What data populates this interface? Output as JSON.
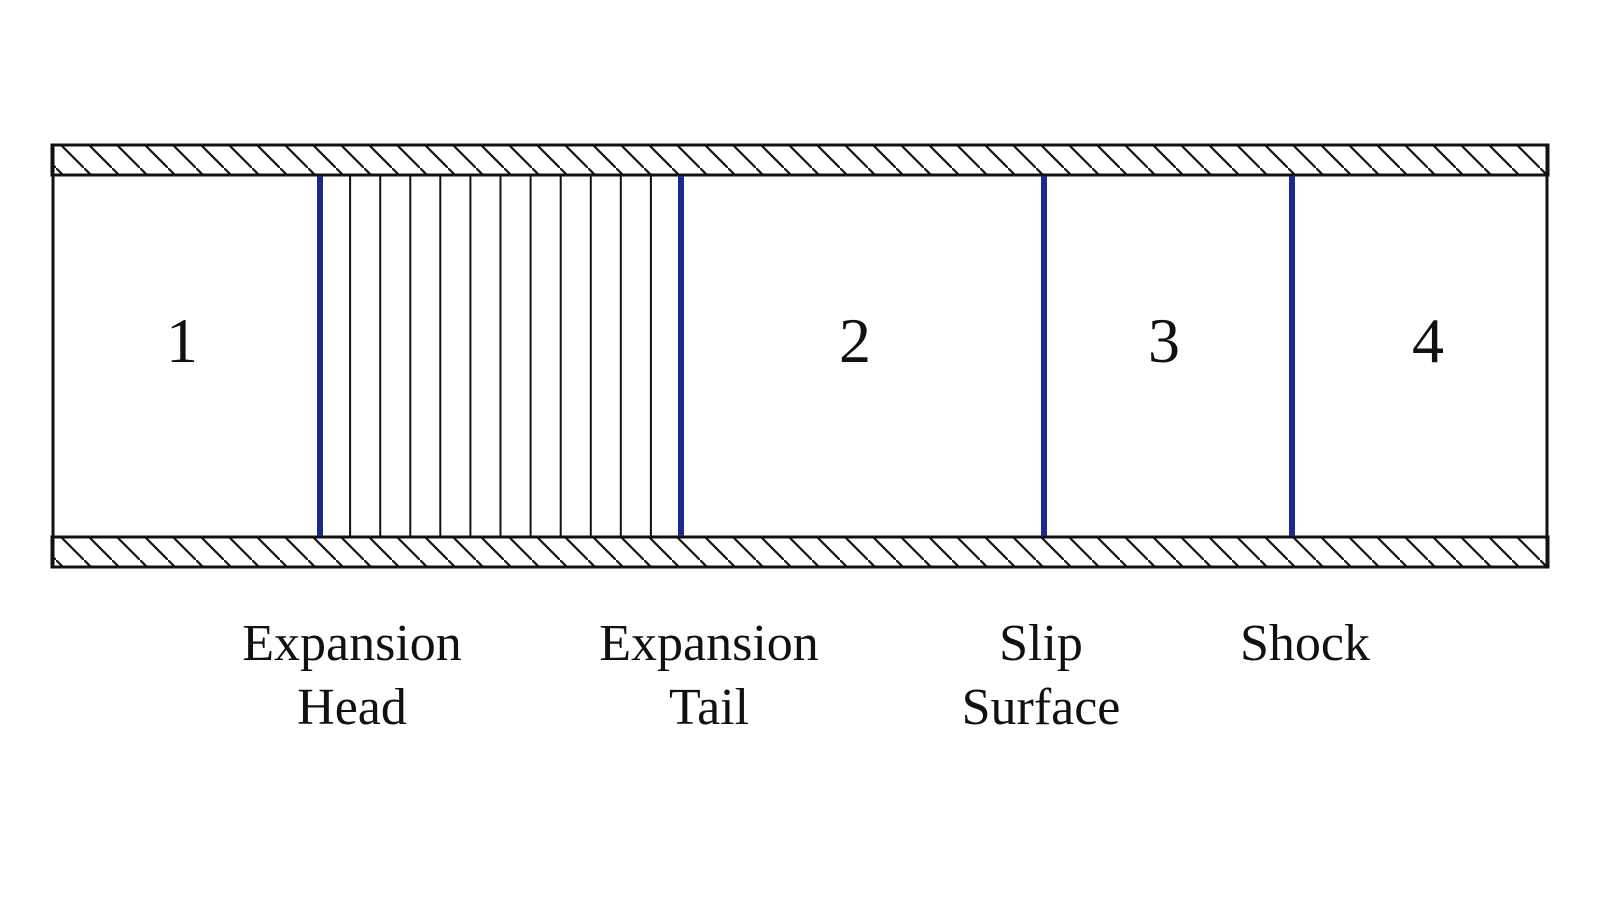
{
  "regions": [
    {
      "id": "1",
      "label": "1"
    },
    {
      "id": "2",
      "label": "2"
    },
    {
      "id": "3",
      "label": "3"
    },
    {
      "id": "4",
      "label": "4"
    }
  ],
  "interfaces": [
    {
      "id": "expansion-head",
      "lines": [
        "Expansion",
        "Head"
      ]
    },
    {
      "id": "expansion-tail",
      "lines": [
        "Expansion",
        "Tail"
      ]
    },
    {
      "id": "slip-surface",
      "lines": [
        "Slip",
        "Surface"
      ]
    },
    {
      "id": "shock",
      "lines": [
        "Shock"
      ]
    }
  ],
  "colors": {
    "outline": "#111111",
    "discontinuity": "#1a2a8c",
    "fan_lines": "#111111",
    "background": "#ffffff"
  },
  "expansion_fan": {
    "interior_line_count": 11
  }
}
